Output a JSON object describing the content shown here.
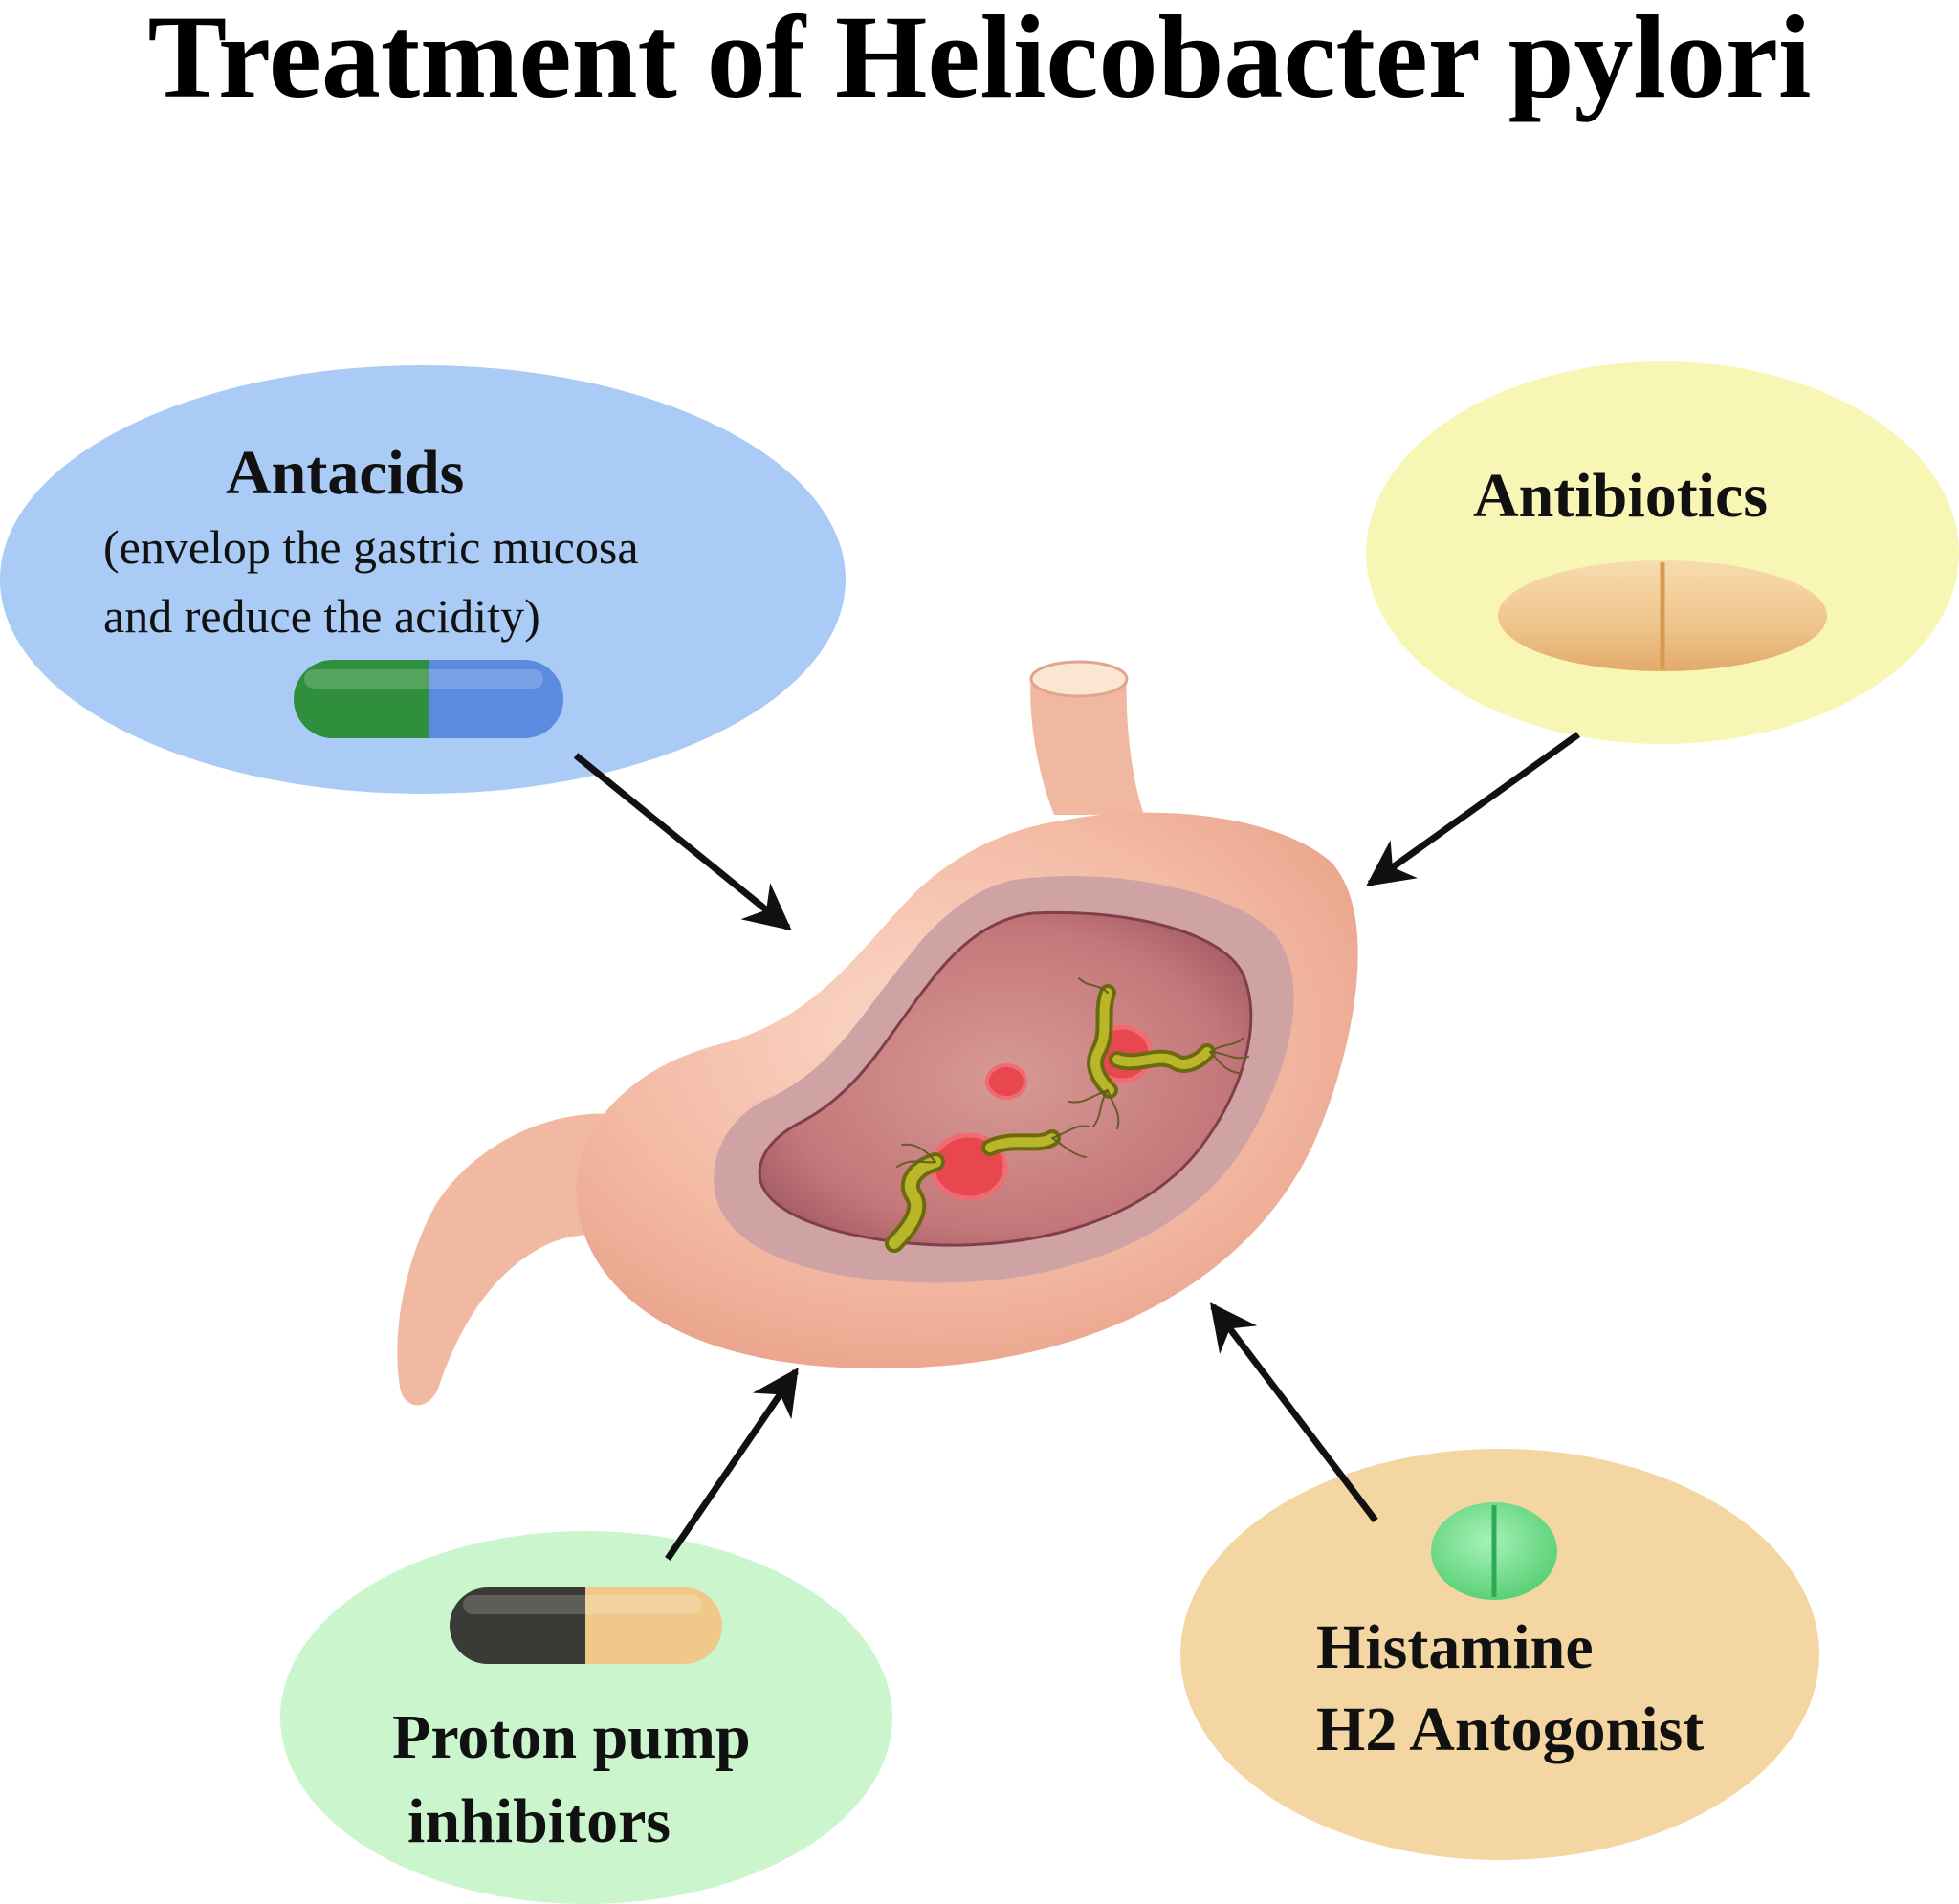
{
  "title": "Treatment of Helicobacter pylori",
  "nodes": {
    "antacids": {
      "label": "Antacids",
      "description": [
        "(envelop the gastric mucosa",
        "and reduce the acidity)"
      ],
      "color": "#a9cbf5",
      "drug": "capsule",
      "drug_colors": [
        "#2f8f3c",
        "#5b8be0"
      ]
    },
    "antibiotics": {
      "label": "Antibiotics",
      "color": "#f8f6b4",
      "drug": "oval-tablet",
      "drug_colors": [
        "#efc48a"
      ]
    },
    "ppi": {
      "label_lines": [
        "Proton pump",
        "inhibitors"
      ],
      "color": "#cbf5cc",
      "drug": "capsule",
      "drug_colors": [
        "#3a3a36",
        "#f0c98a"
      ]
    },
    "h2": {
      "label_lines": [
        "Histamine",
        "H2 Antogonist"
      ],
      "color": "#f4d6a3",
      "drug": "round-tablet",
      "drug_colors": [
        "#7be08f"
      ]
    }
  },
  "center": {
    "name": "stomach",
    "color": "#f2b49e"
  },
  "edges": [
    {
      "from": "antacids",
      "to": "stomach"
    },
    {
      "from": "antibiotics",
      "to": "stomach"
    },
    {
      "from": "ppi",
      "to": "stomach"
    },
    {
      "from": "h2",
      "to": "stomach"
    }
  ]
}
